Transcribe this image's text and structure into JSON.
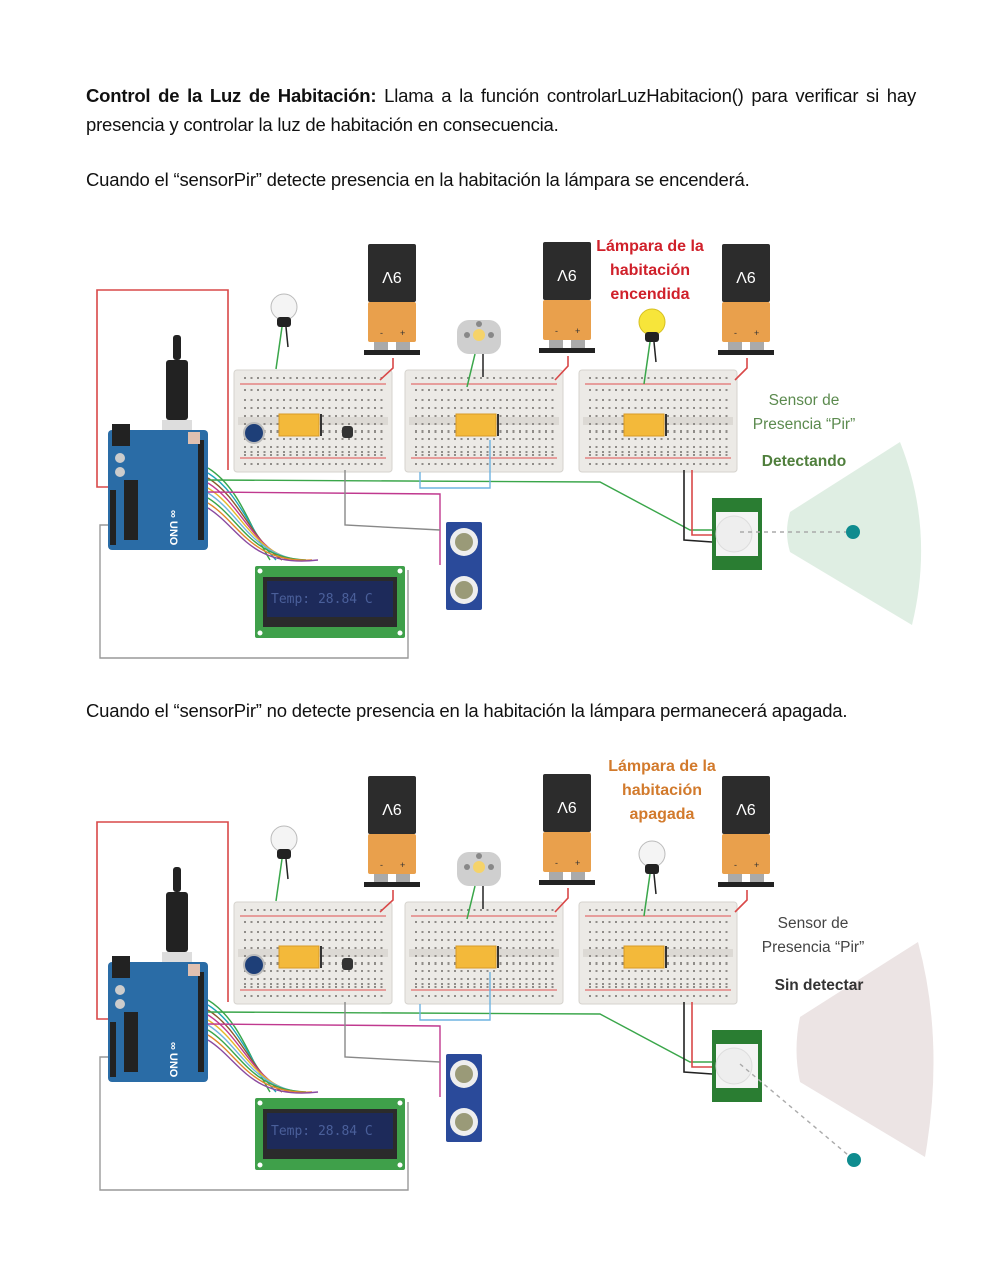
{
  "document": {
    "intro": {
      "bold_label": "Control de la Luz de Habitación:",
      "text": " Llama a la función controlarLuzHabitacion() para verificar si hay presencia y controlar la luz de habitación en consecuencia."
    },
    "case_on_caption": "Cuando el “sensorPir” detecte presencia en la habitación la lámpara se encenderá.",
    "case_off_caption": "Cuando el “sensorPir” no detecte presencia en la habitación la lámpara permanecerá apagada."
  },
  "diagrams": [
    {
      "id": "on",
      "lamp_label_lines": [
        "Lámpara de la",
        "habitación",
        "encendida"
      ],
      "lamp_label_color": "#d0202a",
      "sensor_label_lines": [
        "Sensor de",
        "Presencia “Pir”"
      ],
      "sensor_label_color": "#5b8a4e",
      "state_label": "Detectando",
      "state_label_color": "#4f7f3c",
      "cone_color": "#dfeee3",
      "target_color": "#0f8c8f",
      "target_in_cone": true,
      "room_lamp_on": true,
      "lamp_on_color": "#f7e53a",
      "lcd_text": "Temp: 28.84 C",
      "battery_label": "9V"
    },
    {
      "id": "off",
      "lamp_label_lines": [
        "Lámpara de la",
        "habitación",
        "apagada"
      ],
      "lamp_label_color": "#d27a2c",
      "sensor_label_lines": [
        "Sensor de",
        "Presencia “Pir”"
      ],
      "sensor_label_color": "#444444",
      "state_label": "Sin detectar",
      "state_label_color": "#333333",
      "cone_color": "#ece4e4",
      "target_color": "#0f8c8f",
      "target_in_cone": false,
      "room_lamp_on": false,
      "lamp_on_color": "#f7e53a",
      "lcd_text": "Temp: 28.84 C",
      "battery_label": "9V"
    }
  ],
  "colors": {
    "arduino_blue": "#2a6ca6",
    "breadboard": "#eceae6",
    "relay_yellow": "#f3b93a",
    "battery_orange": "#e9a04c",
    "battery_black": "#2c2c2c",
    "lcd_green": "#3fa04a",
    "lcd_screen": "#1d2a5a",
    "lcd_text": "#4a5f9a",
    "pir_green": "#2a7d32",
    "ultrasonic_blue": "#2a4a9a"
  }
}
